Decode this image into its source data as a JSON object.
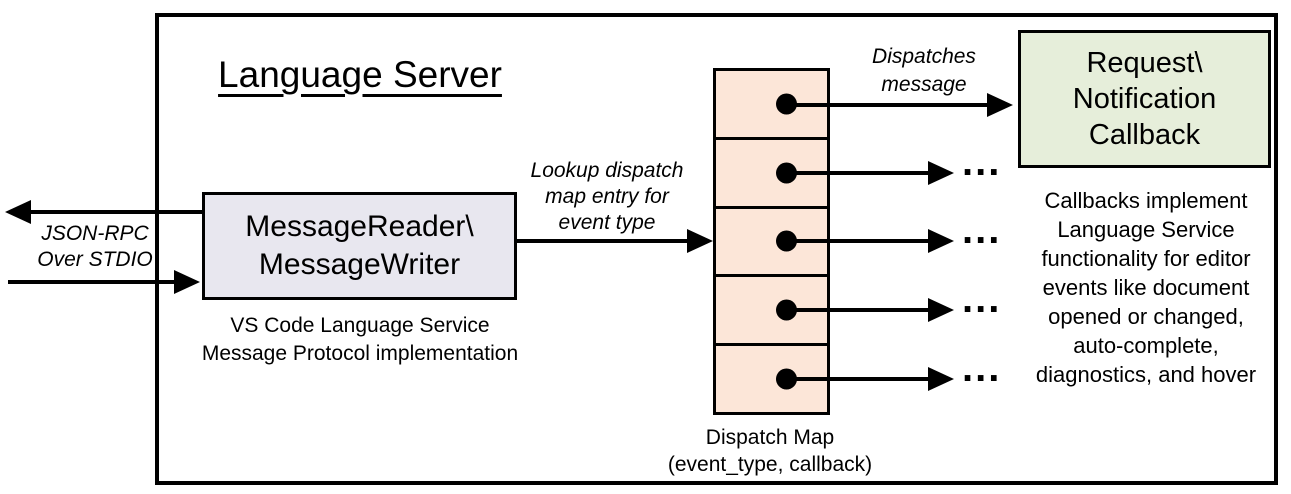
{
  "diagram": {
    "title": "Language Server",
    "stdio_channel": {
      "label": "JSON-RPC\nOver STDIO"
    },
    "message_box": {
      "label": "MessageReader\\\nMessageWriter",
      "caption": "VS Code Language Service\nMessage Protocol implementation",
      "fill": "#e8e7ef"
    },
    "lookup_arrow_label": "Lookup dispatch\nmap entry for\nevent type",
    "dispatch_arrow_label": "Dispatches\nmessage",
    "dispatch_map": {
      "caption": "Dispatch Map\n(event_type, callback)",
      "fill": "#fce6d8",
      "row_count": 5,
      "ellipsis": "..."
    },
    "callback_box": {
      "label": "Request\\\nNotification\nCallback",
      "fill": "#e6eeda"
    },
    "callbacks_note": "Callbacks implement\nLanguage Service\nfunctionality for editor\nevents like document\nopened or changed,\nauto-complete,\ndiagnostics, and hover",
    "line_color": "#000000",
    "background": "#ffffff"
  }
}
